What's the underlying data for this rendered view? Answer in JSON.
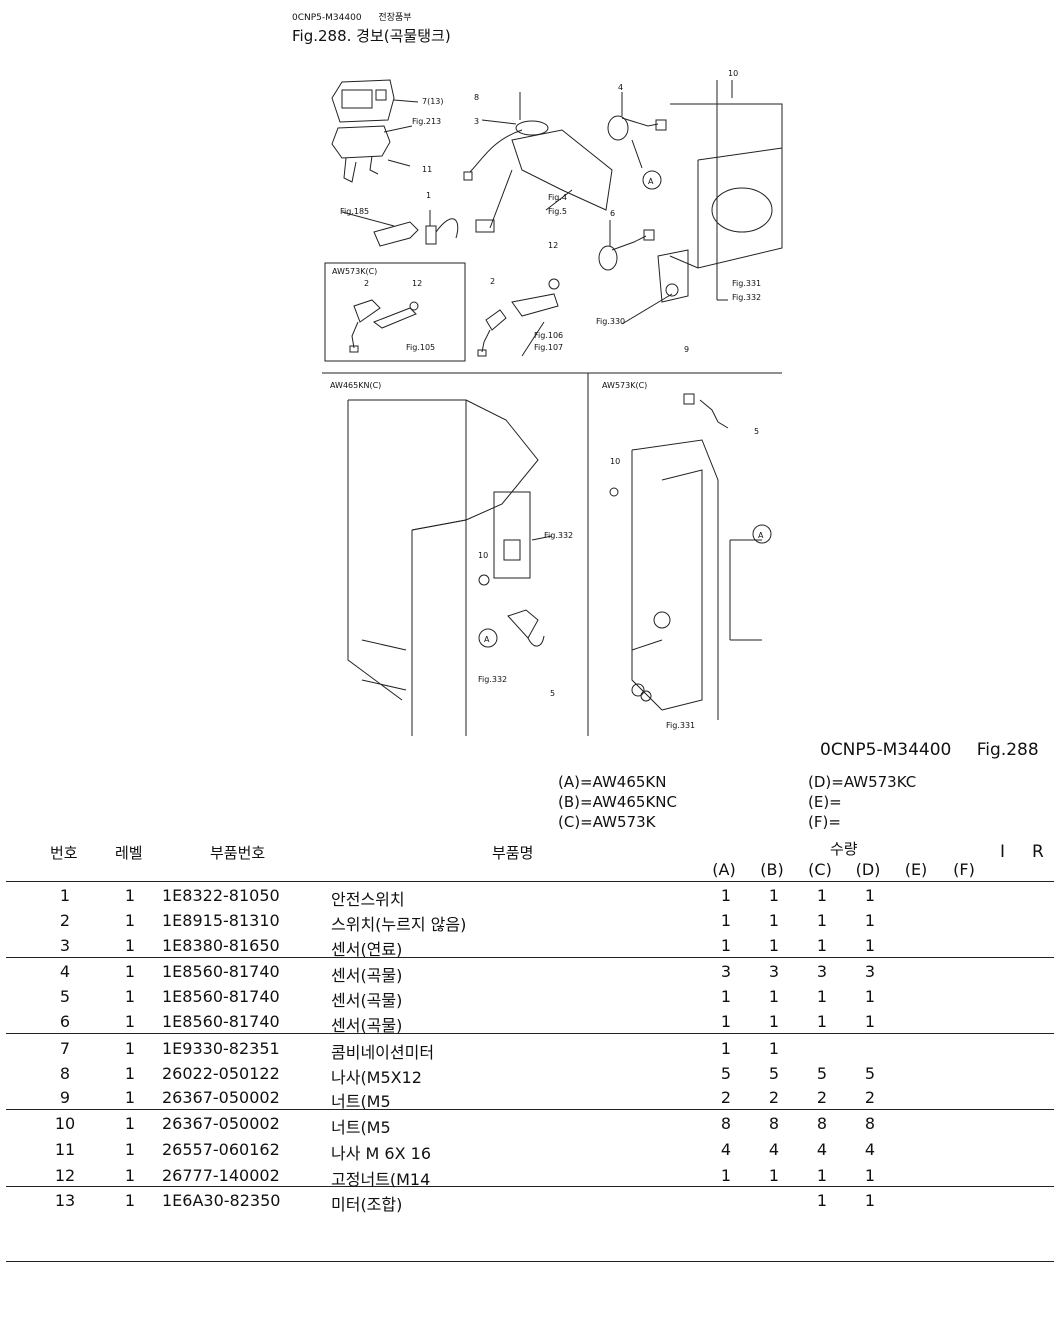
{
  "header": {
    "doc_code": "0CNP5-M34400",
    "section": "전장품부",
    "fig_title": "Fig.288.  경보(곡물탱크)"
  },
  "diagram": {
    "labels": {
      "p7": "7(13)",
      "fig213": "Fig.213",
      "p11": "11",
      "p1": "1",
      "fig185": "Fig.185",
      "p8": "8",
      "p3": "3",
      "fig4": "Fig.4",
      "fig5": "Fig.5",
      "p4": "4",
      "p10": "10",
      "A": "A",
      "p6": "6",
      "fig330": "Fig.330",
      "p9": "9",
      "fig331": "Fig.331",
      "fig332": "Fig.332",
      "aw573k": "AW573K(C)",
      "p2": "2",
      "p12": "12",
      "fig105": "Fig.105",
      "fig106": "Fig.106",
      "fig107": "Fig.107",
      "aw465kn": "AW465KN(C)",
      "p5": "5"
    }
  },
  "fig_ref": {
    "code": "0CNP5-M34400",
    "fig": "Fig.288"
  },
  "legend": {
    "left": [
      "(A)=AW465KN",
      "(B)=AW465KNC",
      "(C)=AW573K"
    ],
    "right": [
      "(D)=AW573KC",
      "(E)=",
      "(F)="
    ]
  },
  "table": {
    "headers": {
      "no": "번호",
      "level": "레벨",
      "part_no": "부품번호",
      "part_name": "부품명",
      "qty": "수량",
      "i": "I",
      "r": "R",
      "qty_cols": [
        "(A)",
        "(B)",
        "(C)",
        "(D)",
        "(E)",
        "(F)"
      ]
    },
    "rows": [
      {
        "no": "1",
        "level": "1",
        "part_no": "1E8322-81050",
        "name": "안전스위치",
        "a": "1",
        "b": "1",
        "c": "1",
        "d": "1"
      },
      {
        "no": "2",
        "level": "1",
        "part_no": "1E8915-81310",
        "name": "스위치(누르지 않음)",
        "a": "1",
        "b": "1",
        "c": "1",
        "d": "1"
      },
      {
        "no": "3",
        "level": "1",
        "part_no": "1E8380-81650",
        "name": "센서(연료)",
        "a": "1",
        "b": "1",
        "c": "1",
        "d": "1"
      },
      {
        "no": "4",
        "level": "1",
        "part_no": "1E8560-81740",
        "name": "센서(곡물)",
        "a": "3",
        "b": "3",
        "c": "3",
        "d": "3"
      },
      {
        "no": "5",
        "level": "1",
        "part_no": "1E8560-81740",
        "name": "센서(곡물)",
        "a": "1",
        "b": "1",
        "c": "1",
        "d": "1"
      },
      {
        "no": "6",
        "level": "1",
        "part_no": "1E8560-81740",
        "name": "센서(곡물)",
        "a": "1",
        "b": "1",
        "c": "1",
        "d": "1"
      },
      {
        "no": "7",
        "level": "1",
        "part_no": "1E9330-82351",
        "name": "콤비네이션미터",
        "a": "1",
        "b": "1",
        "c": "",
        "d": ""
      },
      {
        "no": "8",
        "level": "1",
        "part_no": "26022-050122",
        "name": "나사(M5X12",
        "a": "5",
        "b": "5",
        "c": "5",
        "d": "5"
      },
      {
        "no": "9",
        "level": "1",
        "part_no": "26367-050002",
        "name": "너트(M5",
        "a": "2",
        "b": "2",
        "c": "2",
        "d": "2"
      },
      {
        "no": "10",
        "level": "1",
        "part_no": "26367-050002",
        "name": "너트(M5",
        "a": "8",
        "b": "8",
        "c": "8",
        "d": "8"
      },
      {
        "no": "11",
        "level": "1",
        "part_no": "26557-060162",
        "name": "나사 M 6X 16",
        "a": "4",
        "b": "4",
        "c": "4",
        "d": "4"
      },
      {
        "no": "12",
        "level": "1",
        "part_no": "26777-140002",
        "name": "고정너트(M14",
        "a": "1",
        "b": "1",
        "c": "1",
        "d": "1"
      },
      {
        "no": "13",
        "level": "1",
        "part_no": "1E6A30-82350",
        "name": "미터(조합)",
        "a": "",
        "b": "",
        "c": "1",
        "d": "1"
      }
    ]
  }
}
